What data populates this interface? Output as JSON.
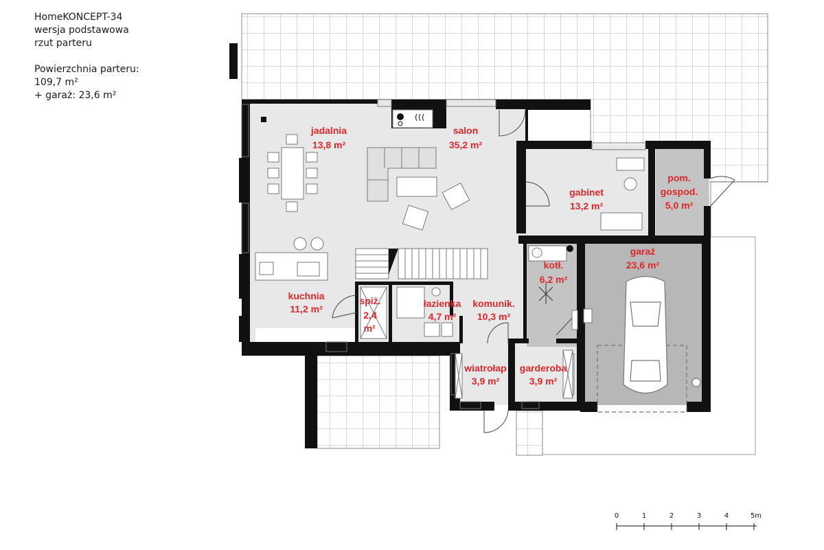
{
  "project": {
    "title": "HomeKONCEPT-34",
    "subtitle": "wersja podstawowa",
    "view": "rzut parteru"
  },
  "area": {
    "label": "Powierzchnia parteru:",
    "value": "109,7 m²",
    "garage": "+ garaż: 23,6 m²"
  },
  "rooms": {
    "jadalnia": {
      "name": "jadalnia",
      "area": "13,8 m²"
    },
    "salon": {
      "name": "salon",
      "area": "35,2 m²"
    },
    "gabinet": {
      "name": "gabinet",
      "area": "13,2 m²"
    },
    "pom": {
      "name1": "pom.",
      "name2": "gospod.",
      "area": "5,0 m²"
    },
    "kotl": {
      "name": "kotł.",
      "area": "6,2 m²"
    },
    "garaz": {
      "name": "garaż",
      "area": "23,6 m²"
    },
    "kuchnia": {
      "name": "kuchnia",
      "area": "11,2 m²"
    },
    "spiz": {
      "name": "spiż.",
      "area1": "2,4",
      "area2": "m²"
    },
    "lazienka": {
      "name": "łazienka",
      "area": "4,7 m²"
    },
    "komunik": {
      "name": "komunik.",
      "area": "10,3 m²"
    },
    "wiatrolap": {
      "name": "wiatrołap",
      "area": "3,9 m²"
    },
    "garderoba": {
      "name": "garderoba",
      "area": "3,9 m²"
    }
  },
  "scale_bar": {
    "ticks": [
      "0",
      "1",
      "2",
      "3",
      "4",
      "5m"
    ]
  },
  "colors": {
    "floor": "#e8e8e8",
    "garage_floor": "#b7b7b7",
    "wall": "#111111",
    "label": "#e0262a"
  }
}
